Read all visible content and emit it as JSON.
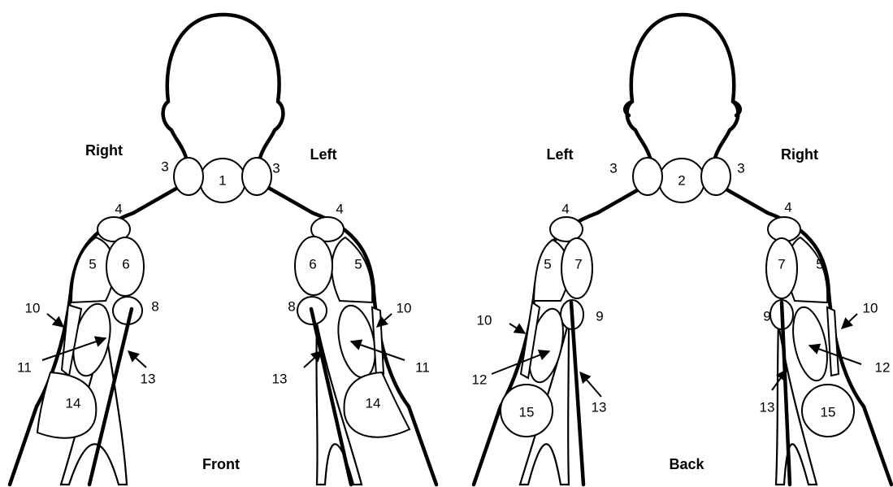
{
  "front": {
    "view_label": "Front",
    "side_left_of_image": "Right",
    "side_right_of_image": "Left",
    "labels": [
      "1",
      "3",
      "3",
      "4",
      "4",
      "5",
      "5",
      "6",
      "6",
      "8",
      "8",
      "10",
      "10",
      "11",
      "11",
      "13",
      "13",
      "14",
      "14"
    ]
  },
  "back": {
    "view_label": "Back",
    "side_left_of_image": "Left",
    "side_right_of_image": "Right",
    "labels": [
      "2",
      "3",
      "3",
      "4",
      "4",
      "5",
      "5",
      "7",
      "7",
      "9",
      "9",
      "10",
      "10",
      "12",
      "12",
      "13",
      "13",
      "15",
      "15"
    ]
  },
  "colors": {
    "stroke": "#000000",
    "fill": "#ffffff"
  }
}
